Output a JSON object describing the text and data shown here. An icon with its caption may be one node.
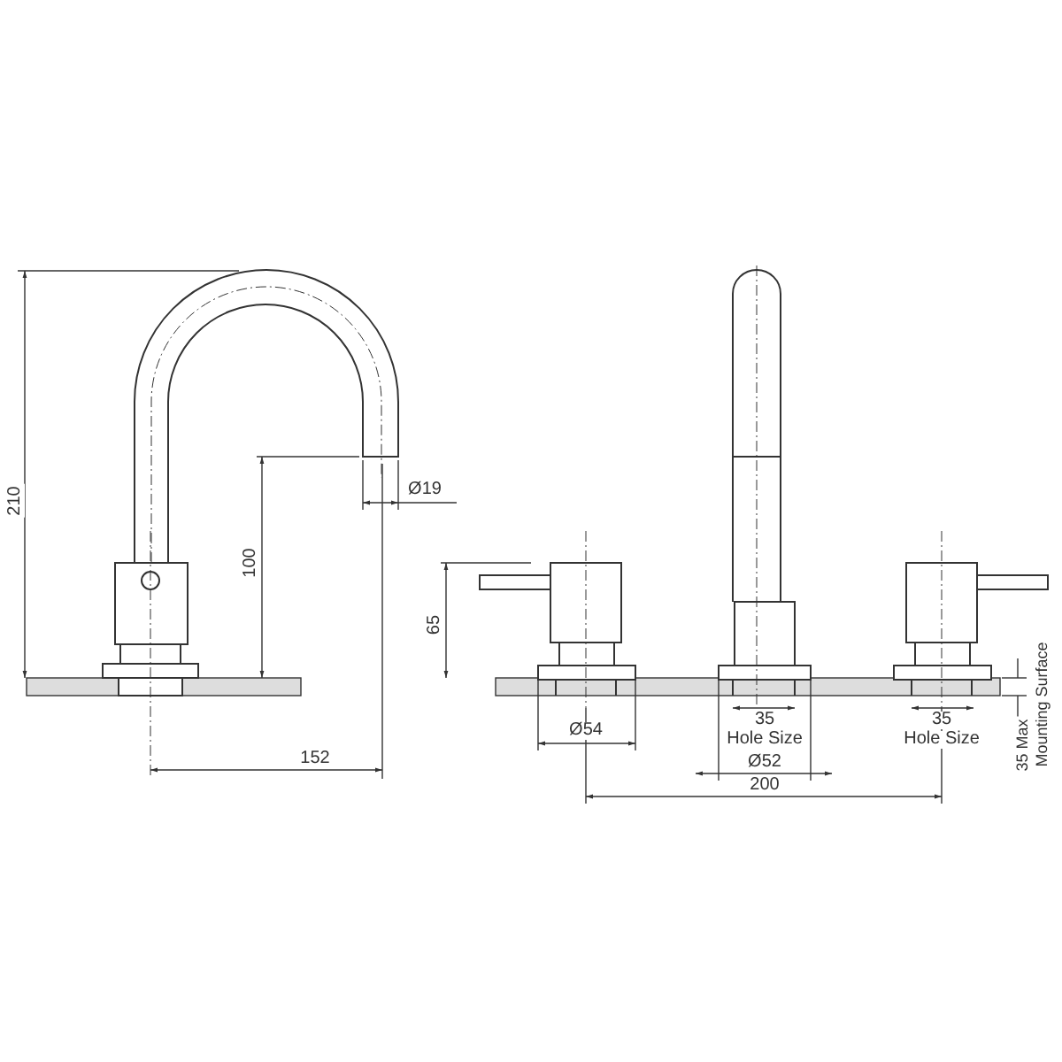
{
  "diagram": {
    "labels": [
      "210",
      "100",
      "Ø19",
      "65",
      "35 Max",
      "Mounting Surface",
      "Ø54",
      "35",
      "Hole Size",
      "35",
      "Hole Size",
      "Ø52",
      "152",
      "200"
    ]
  }
}
